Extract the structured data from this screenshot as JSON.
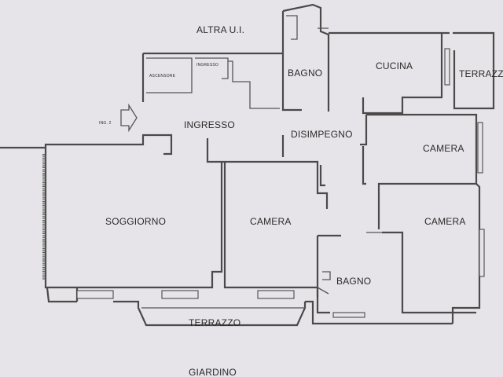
{
  "labels": {
    "altra_ui": "ALTRA U.I.",
    "bagno_top": "BAGNO",
    "cucina": "CUCINA",
    "terrazzo_right": "TERRAZZ",
    "ingresso": "INGRESSO",
    "disimpegno": "DISIMPEGNO",
    "camera_right_top": "CAMERA",
    "soggiorno": "SOGGIORNO",
    "camera_center": "CAMERA",
    "camera_right_bottom": "CAMERA",
    "bagno_bottom": "BAGNO",
    "terrazzo_bottom": "TERRAZZO",
    "giardino": "GIARDINO",
    "ascensore": "ASCENSORE",
    "ingresso_small": "INGRESSO",
    "ingresso_arrow_label": "ING. 2"
  }
}
